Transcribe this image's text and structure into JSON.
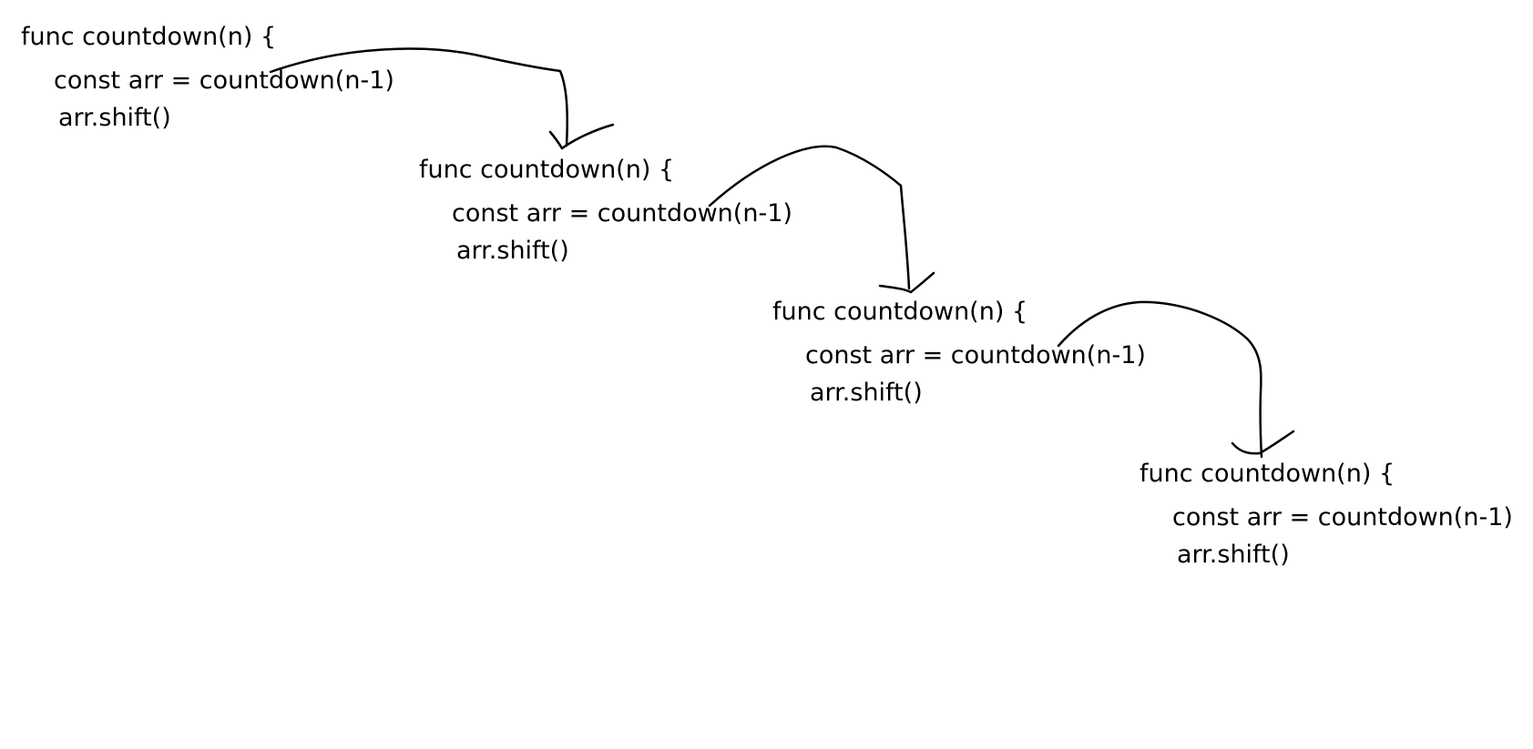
{
  "frames": [
    {
      "signature": "func countdown(n) {",
      "call": "const arr = countdown(n-1)",
      "after": "arr.shift()"
    },
    {
      "signature": "func countdown(n) {",
      "call": "const arr = countdown(n-1)",
      "after": "arr.shift()"
    },
    {
      "signature": "func countdown(n) {",
      "call": "const arr = countdown(n-1)",
      "after": "arr.shift()"
    },
    {
      "signature": "func countdown(n) {",
      "call": "const arr = countdown(n-1)",
      "after": "arr.shift()"
    }
  ],
  "colors": {
    "background": "#ffffff",
    "ink": "#000000"
  }
}
